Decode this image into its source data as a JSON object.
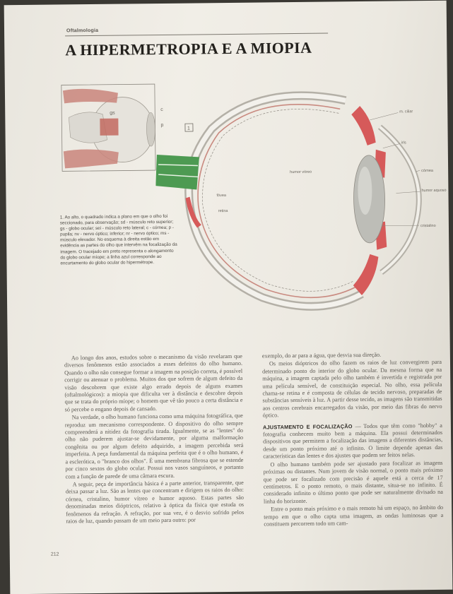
{
  "header": {
    "kicker": "Oftalmologia",
    "title": "A HIPERMETROPIA E A MIOPIA"
  },
  "figure_small": {
    "labels": {
      "gs": "gs",
      "c": "c",
      "p": "p",
      "box_number": "1"
    }
  },
  "figure_eye": {
    "labels": {
      "m_ciliar": "m. ciliar",
      "iris": "iris",
      "cornea": "córnea",
      "humor_aquoso": "humor aquoso",
      "cristalino": "cristalino",
      "humor_vitreo": "humor vítreo",
      "fovea": "fóvea",
      "retina": "retina"
    }
  },
  "caption": "1. Ao alto, o quadrado indica a plano em que o olho foi seccionado, para observação; sd - músculo reto superior; gs - globo ocular; sei - músculo reto lateral; c - córnea; p - pupila; nv - nervo óptico; inferior; nr - nervo óptico; ms - músculo elevador. No esquema à direita estão em evidência as partes do olho que intervêm na focalização da imagem. O tracejado em preto representa o alongamento do globo ocular míope; a linha azul corresponde ao encurtamento do globo ocular do hipermétrope.",
  "body": {
    "left_paragraphs": [
      "Ao longo dos anos, estudos sobre o mecanismo da visão revelaram que diversos fenômenos estão associados a esses defeitos do olho humano. Quando o olho não consegue formar a imagem na posição correta, é possível corrigir ou atenuar o problema. Muitos dos que sofrem de algum defeito da visão descobrem que existe algo errado depois de alguns exames (oftalmológicos): a miopia que dificulta ver à distância e descobre depois que se trata do próprio míope; o homem que vê tão pouco a certa distância e só percebe o engano depois de cansado.",
      "Na verdade, o olho humano funciona como uma máquina fotográfica, que reproduz um mecanismo correspondente. O dispositivo do olho sempre compreenderá a nitidez da fotografia tirada. Igualmente, se as \"lentes\" do olho não puderem ajustar-se devidamente, por alguma malformação congênita ou por algum defeito adquirido, a imagem percebida será imperfeita. A peça fundamental da máquina perfeita que é o olho humano, é a esclerótica, o \"branco dos olhos\". É uma membrana fibrosa que se estende por cinco sextos do globo ocular. Possui nos vasos sanguíneos, e portanto com a função de parede de uma câmara escura.",
      "A seguir, peça de importância básica é a parte anterior, transparente, que deixa passar a luz. São as lentes que concentram e dirigem os raios do olho: córnea, cristalino, humor vítreo e humor aquoso. Estas partes são denominadas meios dióptricos, relativo à óptica da física que estuda os fenômenos da refração. A refração, por sua vez, é o desvio sofrido pelos raios de luz, quando passam de um meio para outro: por"
    ],
    "right_paragraphs": [
      "exemplo, do ar para a água, que desvia sua direção.",
      "Os meios dióptricos do olho fazem os raios de luz convergirem para determinado ponto do interior do globo ocular. Da mesma forma que na máquina, a imagem captada pelo olho também é invertida e registrada por uma película sensível, de constituição especial. No olho, essa película chama-se retina e é composta de células de tecido nervoso, preparadas de substâncias sensíveis à luz. A partir desse tecido, as imagens são transmitidas aos centros cerebrais encarregados da visão, por meio das fibras do nervo óptico."
    ],
    "subhead": "AJUSTAMENTO E FOCALIZAÇÃO",
    "subhead_text": " — Todos que têm como \"hobby\" a fotografia conhecem muito bem a máquina. Ela possui determinados dispositivos que permitem a focalização das imagens a diferentes distâncias, desde um ponto próximo até o infinito. O limite depende apenas das características das lentes e dos ajustes que podem ser feitos nelas.",
    "right_paragraphs_after": [
      "O olho humano também pode ser ajustado para focalizar as imagens próximas ou distantes. Num jovem de visão normal, o ponto mais próximo que pode ser focalizado com precisão é aquele está a cerca de 17 centímetros. E o ponto remoto, o mais distante, situa-se no infinito. É considerado infinito o último ponto que pode ser naturalmente divisado na linha do horizonte.",
      "Entre o ponto mais próximo e o mais remoto há um espaço, no âmbito do tempo em que o olho capta uma imagem, as ondas luminosas que a constituem percorrem todo um cam-"
    ]
  },
  "footer": {
    "folio": "212"
  }
}
